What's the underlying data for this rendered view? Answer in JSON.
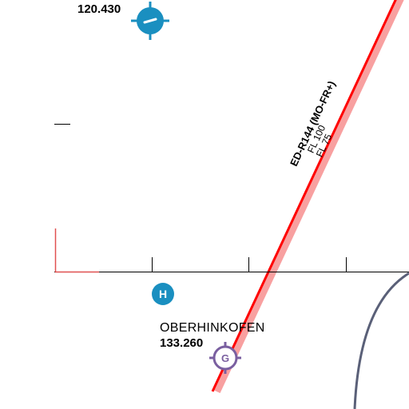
{
  "map": {
    "airspace": {
      "name": "ED-R144 (MO-FR+)",
      "upper_limit": "FL 100",
      "lower_limit": "FL 75",
      "border_color": "#ff0000",
      "band_color": "#f8a0a0"
    },
    "stations": [
      {
        "frequency": "120.430",
        "icon": "vor-compass-icon",
        "color": "#1a8fc0"
      },
      {
        "name": "OBERHINKOFEN",
        "frequency": "133.260",
        "icon": "glider-site-icon",
        "color": "#7a5fa0"
      }
    ],
    "helipad": {
      "icon": "heliport-icon",
      "letter": "H",
      "color": "#1a8fc0"
    },
    "ctr_boundary_color": "#5a6078"
  }
}
